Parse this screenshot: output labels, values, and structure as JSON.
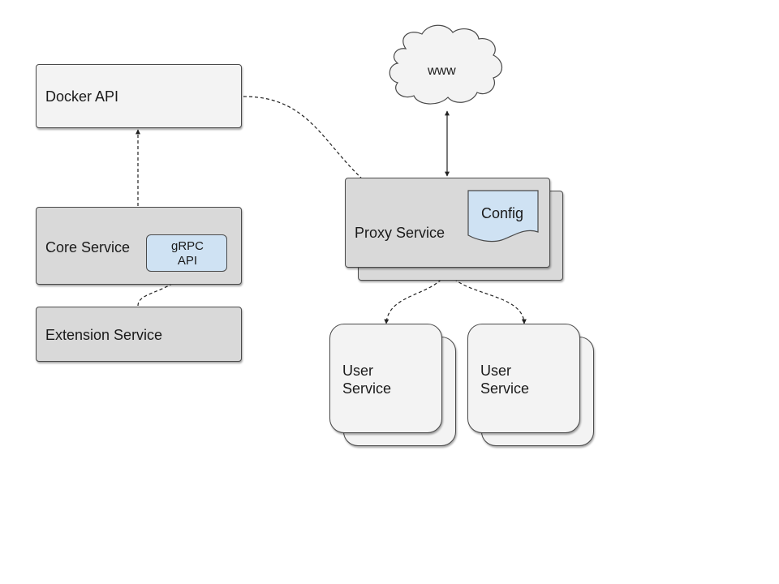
{
  "nodes": {
    "docker_api": "Docker API",
    "core_service": "Core Service",
    "grpc_api": [
      "gRPC",
      "API"
    ],
    "extension_service": "Extension Service",
    "www": "www",
    "proxy_service": "Proxy Service",
    "config": "Config",
    "user_service_1": [
      "User",
      "Service"
    ],
    "user_service_2": [
      "User",
      "Service"
    ]
  },
  "colors": {
    "light_fill": "#f3f3f3",
    "grey_fill": "#d9d9d9",
    "blue_fill": "#cfe2f3",
    "stroke": "#4a4a4a"
  }
}
